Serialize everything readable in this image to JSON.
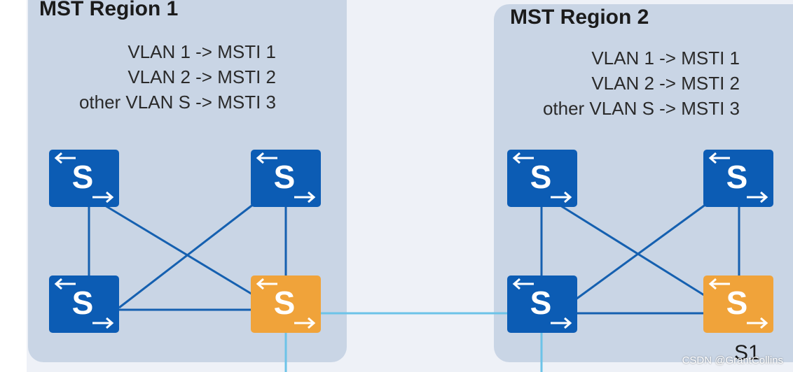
{
  "colors": {
    "region_fill": "#c9d5e5",
    "switch_blue": "#0c5cb4",
    "switch_orange": "#f0a33a",
    "internal_link": "#1560b0",
    "inter_region_link": "#6cc3e8"
  },
  "regions": [
    {
      "title": "MST Region 1",
      "mappings": [
        "VLAN 1 -> MSTI 1",
        "VLAN 2 -> MSTI 2",
        "other VLAN S -> MSTI 3"
      ]
    },
    {
      "title": "MST Region 2",
      "mappings": [
        "VLAN 1 -> MSTI 1",
        "VLAN 2 -> MSTI 2",
        "other VLAN S -> MSTI 3"
      ]
    }
  ],
  "switches": [
    {
      "label": "S",
      "icon": "switch-arrows-icon",
      "role": "internal"
    },
    {
      "label": "S",
      "icon": "switch-arrows-icon",
      "role": "internal"
    },
    {
      "label": "S",
      "icon": "switch-arrows-icon",
      "role": "internal"
    },
    {
      "label": "S",
      "icon": "switch-arrows-icon",
      "role": "boundary"
    },
    {
      "label": "S",
      "icon": "switch-arrows-icon",
      "role": "internal"
    },
    {
      "label": "S",
      "icon": "switch-arrows-icon",
      "role": "internal"
    },
    {
      "label": "S",
      "icon": "switch-arrows-icon",
      "role": "internal"
    },
    {
      "label": "S",
      "icon": "switch-arrows-icon",
      "role": "boundary"
    }
  ],
  "node_labels": {
    "s1": "S1"
  },
  "watermark": "CSDN @GrantCollins"
}
